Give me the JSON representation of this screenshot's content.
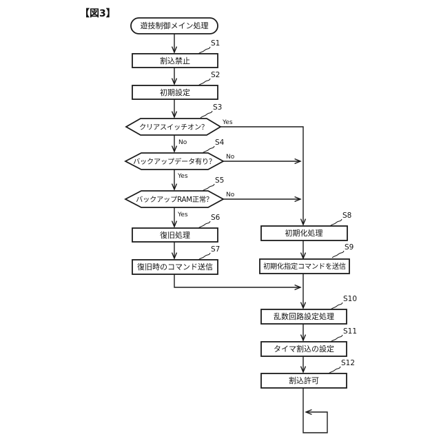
{
  "figure_label": "【図3】",
  "terminal": {
    "label": "遊技制御メイン処理"
  },
  "branch": {
    "yes": "Yes",
    "no": "No"
  },
  "steps": [
    {
      "id": "S1",
      "label": "割込禁止",
      "type": "process"
    },
    {
      "id": "S2",
      "label": "初期設定",
      "type": "process"
    },
    {
      "id": "S3",
      "label": "クリアスイッチオン？",
      "type": "decision"
    },
    {
      "id": "S4",
      "label": "バックアップデータ有り？",
      "type": "decision"
    },
    {
      "id": "S5",
      "label": "バックアップRAM正常？",
      "type": "decision"
    },
    {
      "id": "S6",
      "label": "復旧処理",
      "type": "process"
    },
    {
      "id": "S7",
      "label": "復旧時のコマンド送信",
      "type": "process"
    },
    {
      "id": "S8",
      "label": "初期化処理",
      "type": "process"
    },
    {
      "id": "S9",
      "label": "初期化指定コマンドを送信",
      "type": "process"
    },
    {
      "id": "S10",
      "label": "乱数回路設定処理",
      "type": "process"
    },
    {
      "id": "S11",
      "label": "タイマ割込の設定",
      "type": "process"
    },
    {
      "id": "S12",
      "label": "割込許可",
      "type": "process"
    }
  ],
  "colors": {
    "line": "#1a1a1a",
    "background": "#ffffff"
  }
}
